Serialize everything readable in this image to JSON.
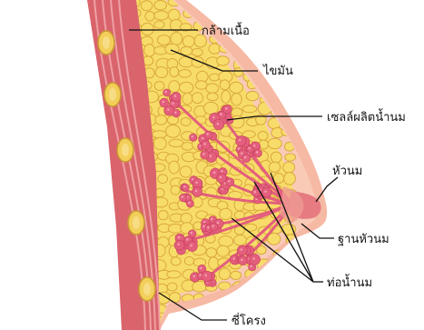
{
  "labels": {
    "muscle": "กล้ามเนื้อ",
    "fat": "ไขมัน",
    "milk_cells": "เซลล์ผลิตน้ำนม",
    "nipple": "หัวนม",
    "areola": "ฐานหัวนม",
    "milk_ducts": "ท่อน้ำนม",
    "ribs": "ซี่โครง"
  },
  "colors": {
    "skin": "#f6b9a4",
    "skin_inner": "#f9cbb7",
    "fat": "#f8dc6a",
    "fat_outline": "#d9a93c",
    "muscle": "#d9646c",
    "muscle_stripe": "#eea0a2",
    "lobule": "#e35f7c",
    "lobule_dot": "#f49ab0",
    "rib": "#f3cf5a",
    "leader_line": "#111111"
  }
}
